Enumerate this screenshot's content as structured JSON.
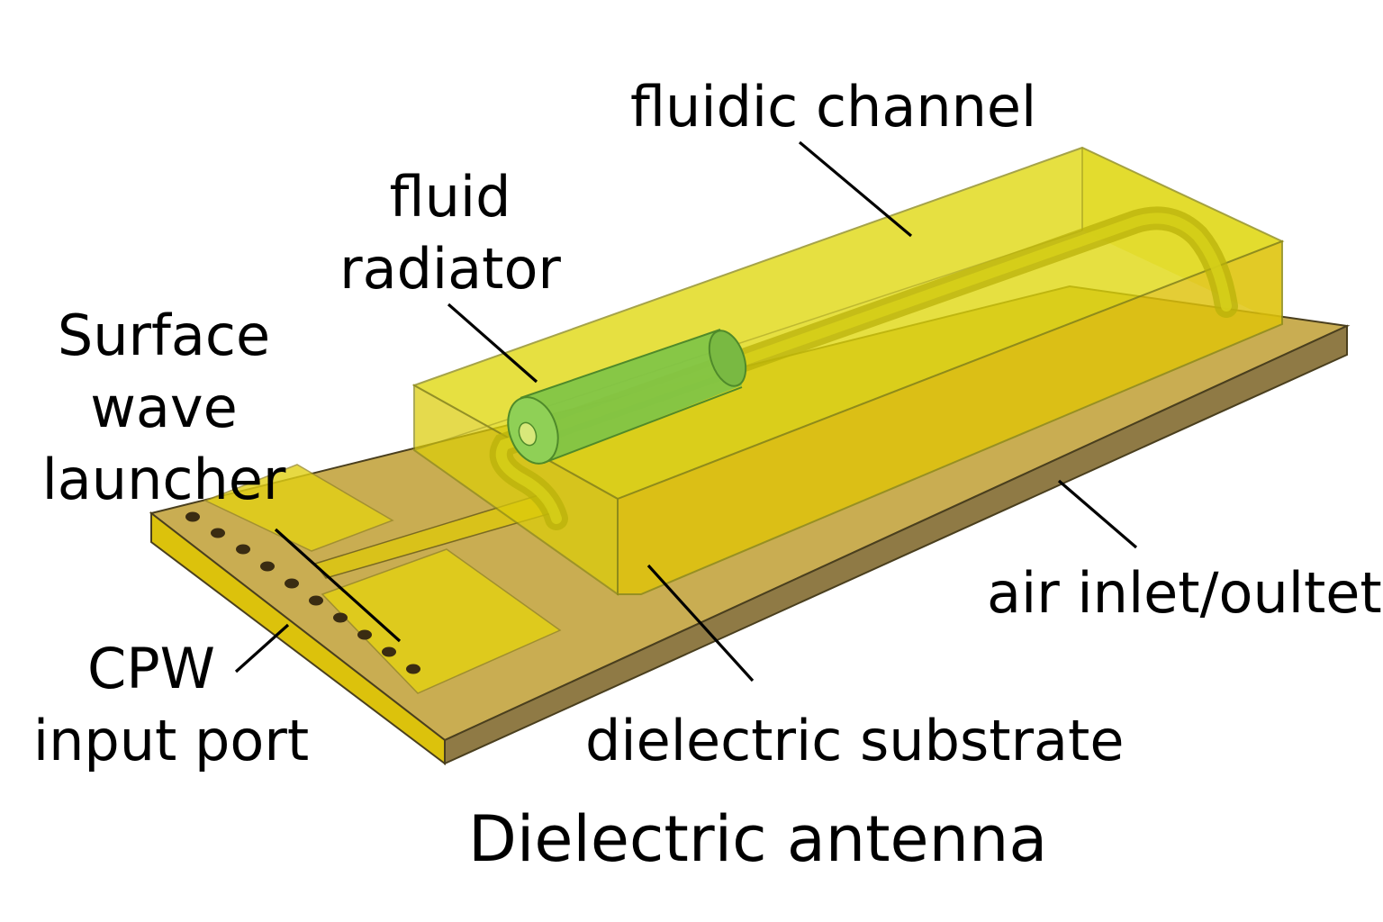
{
  "labels": {
    "fluidic_channel": "fluidic channel",
    "fluid_radiator_line1": "fluid",
    "fluid_radiator_line2": "radiator",
    "surface_wave_line1": "Surface",
    "surface_wave_line2": "wave",
    "surface_wave_line3": "launcher",
    "cpw_line1": "CPW",
    "cpw_line2": "input port",
    "air_inlet_outlet": "air inlet/oultet",
    "dielectric_substrate": "dielectric substrate"
  },
  "caption": "Dielectric antenna",
  "colors": {
    "substrate_top": "#c9ad52",
    "substrate_front": "#dcc20c",
    "substrate_right": "#8f7a45",
    "channel": "#e0d80c",
    "fluid": "#7fc447",
    "pad": "#e2d014",
    "via": "#3a2c12"
  }
}
